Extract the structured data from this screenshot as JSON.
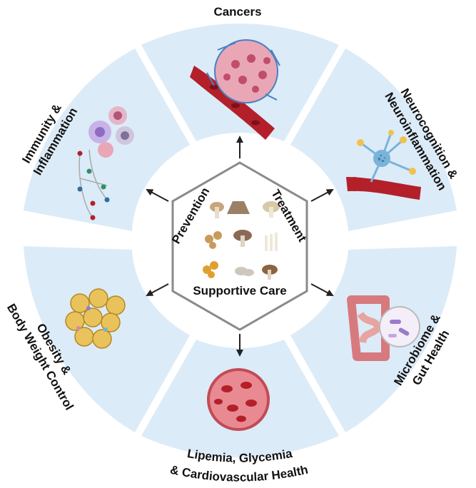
{
  "center": {
    "labels": {
      "prevention": "Prevention",
      "treatment": "Treatment",
      "supportive_care": "Supportive Care"
    }
  },
  "segments": {
    "cancers": {
      "label": "Cancers"
    },
    "neuro": {
      "line1": "Neurocognition &",
      "line2": "Neuroinflammation"
    },
    "microbiome": {
      "line1": "Microbiome &",
      "line2": "Gut Health"
    },
    "lipemia": {
      "line1": "Lipemia, Glycemia",
      "line2": "& Cardiovascular Health"
    },
    "obesity": {
      "line1": "Obesity &",
      "line2": "Body Weight Control"
    },
    "immunity": {
      "line1": "Immunity &",
      "line2": "Inflammation"
    }
  },
  "colors": {
    "segment_fill": "#dcebf8",
    "hexagon_stroke": "#8a8a8a",
    "arrow": "#222222",
    "blood_red": "#b3202a",
    "cell_pink": "#e9a7b6",
    "fat_yellow": "#e9c25c"
  },
  "icons": {
    "cancers": "tumor-blood-vessel-icon",
    "neuro": "neuron-blood-vessel-icon",
    "microbiome": "intestine-microbes-icon",
    "lipemia": "blood-cells-circle-icon",
    "obesity": "fat-cells-icon",
    "immunity": "immune-cells-network-icon",
    "center": "mushrooms-icon"
  }
}
